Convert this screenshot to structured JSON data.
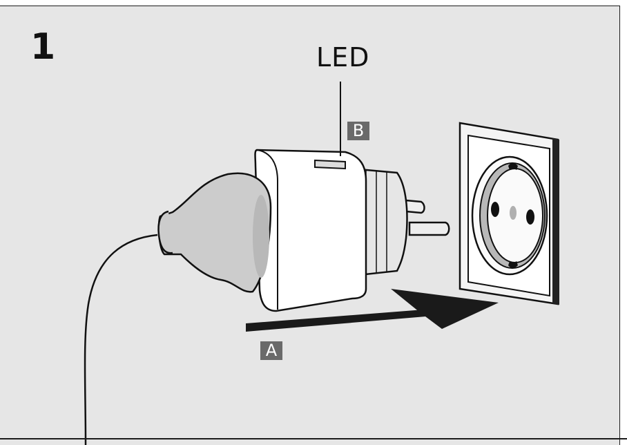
{
  "step": {
    "number": "1"
  },
  "labels": {
    "led": "LED",
    "tag_b": "B",
    "tag_a": "A"
  },
  "colors": {
    "background": "#e6e6e6",
    "outline": "#1a1a1a",
    "tag_fill": "#6a6a6a",
    "plug_fill": "#cccccc",
    "adapter_fill": "#ffffff"
  },
  "icons": {
    "device": "smart-plug-adapter",
    "socket": "schuko-wall-socket",
    "plug": "power-plug",
    "arrow": "insert-arrow"
  }
}
